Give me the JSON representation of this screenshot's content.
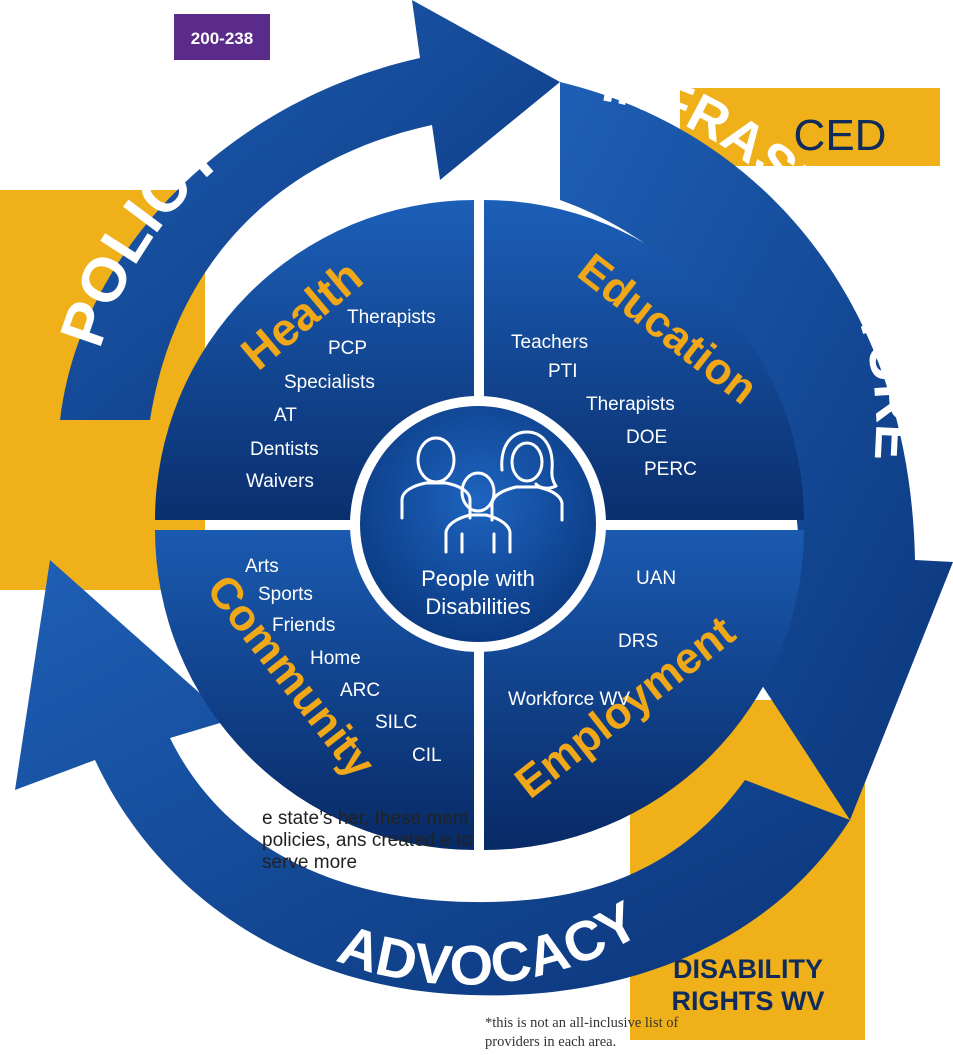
{
  "header": {
    "tag": "200-238"
  },
  "corner_boxes": {
    "top_right": "CED",
    "bottom_right_line1": "DISABILITY",
    "bottom_right_line2": "RIGHTS WV"
  },
  "cycle": {
    "policy": "POLICY",
    "infrastructure": "INFRASTRUCTURE",
    "advocacy": "ADVOCACY"
  },
  "center": {
    "icon": "people-group-icon",
    "line1": "People with",
    "line2": "Disabilities"
  },
  "quadrants": {
    "health": {
      "title": "Health",
      "items": [
        "Therapists",
        "PCP",
        "Specialists",
        "AT",
        "Dentists",
        "Waivers"
      ]
    },
    "education": {
      "title": "Education",
      "items": [
        "Teachers",
        "PTI",
        "Therapists",
        "DOE",
        "PERC"
      ]
    },
    "community": {
      "title": "Community",
      "items": [
        "Arts",
        "Sports",
        "Friends",
        "Home",
        "ARC",
        "SILC",
        "CIL"
      ]
    },
    "employment": {
      "title": "Employment",
      "items": [
        "UAN",
        "DRS",
        "Workforce WV"
      ]
    }
  },
  "body_text": "e state’s her, these ment policies, ans created e to serve more",
  "footnote": "*this is not an all-inclusive list of providers in each area.",
  "colors": {
    "navy": "#0a3a80",
    "ring": "#1450a6",
    "gold": "#f0b019",
    "purple": "#5b2b8c"
  }
}
